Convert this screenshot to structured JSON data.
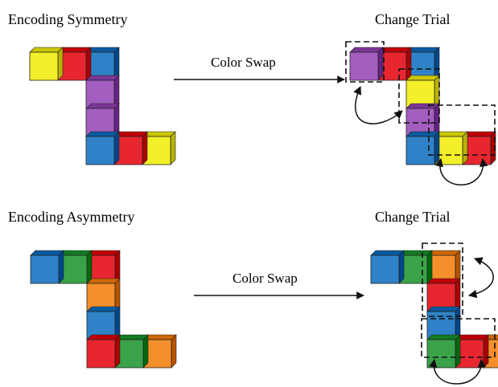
{
  "colors": {
    "yellow": "#f3ef2a",
    "red": "#e8262f",
    "blue": "#2f82c7",
    "purple": "#a35ec0",
    "green": "#3aa34a",
    "orange": "#f58f2b"
  },
  "panels": [
    {
      "title": "Encoding Symmetry",
      "change_title": "Change Trial",
      "swap_label": "Color Swap",
      "original_sequence": [
        "yellow",
        "red",
        "blue",
        "purple",
        "purple",
        "blue",
        "red",
        "yellow"
      ],
      "changed_sequence": [
        "purple",
        "red",
        "blue",
        "yellow",
        "purple",
        "blue",
        "yellow",
        "red"
      ],
      "swapped_pairs": [
        [
          0,
          3
        ],
        [
          6,
          7
        ]
      ]
    },
    {
      "title": "Encoding Asymmetry",
      "change_title": "Change Trial",
      "swap_label": "Color Swap",
      "original_sequence": [
        "blue",
        "green",
        "red",
        "orange",
        "blue",
        "red",
        "green",
        "orange"
      ],
      "changed_sequence": [
        "blue",
        "green",
        "orange",
        "red",
        "blue",
        "green",
        "red",
        "orange"
      ],
      "swapped_pairs": [
        [
          2,
          3
        ],
        [
          5,
          6
        ]
      ]
    }
  ]
}
